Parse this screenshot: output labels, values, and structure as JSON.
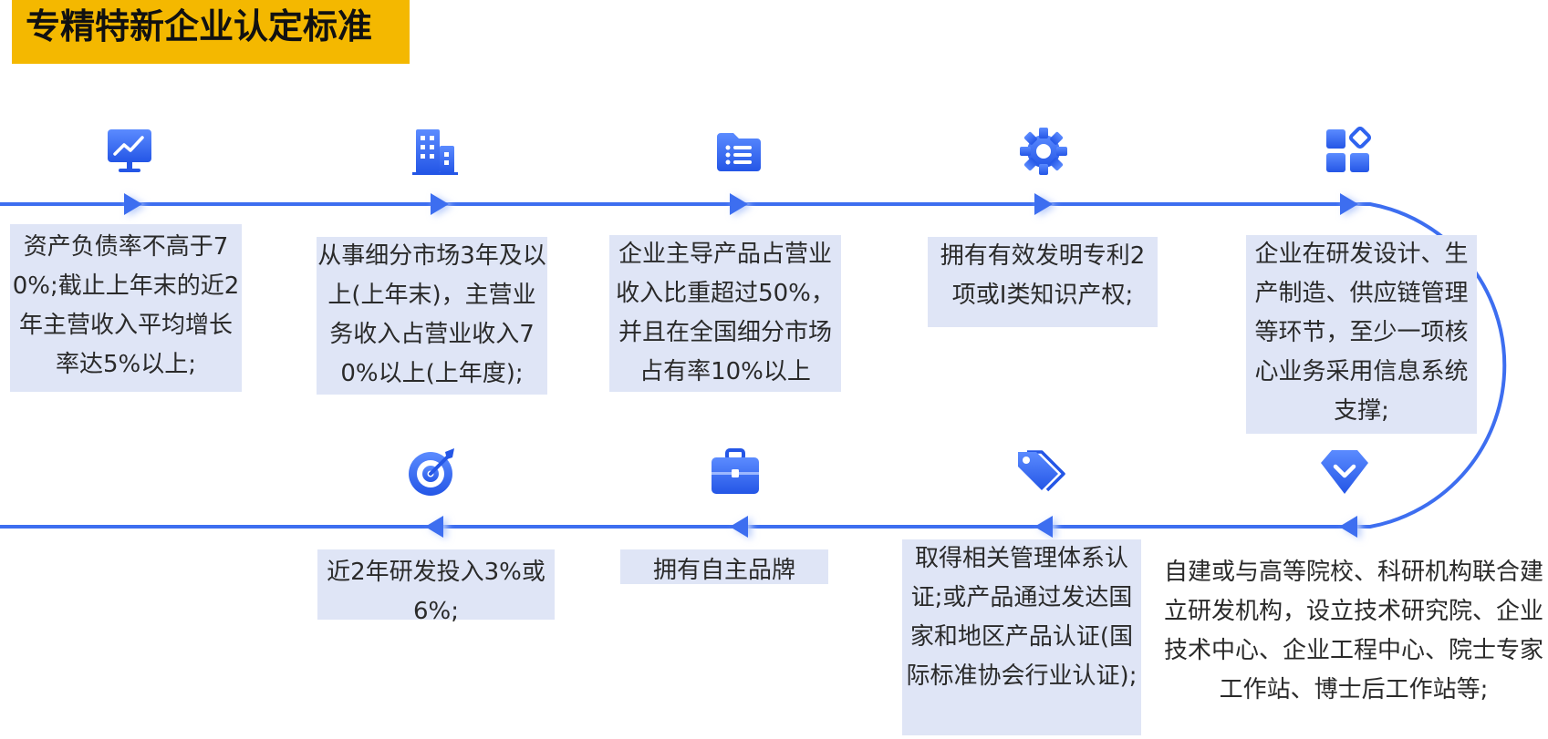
{
  "title": "专精特新企业认定标准",
  "colors": {
    "title_bg": "#f4b800",
    "line": "#3d6ef0",
    "text_bg": "#dfe5f6"
  },
  "steps": [
    {
      "icon": "chart-screen-icon",
      "text": "资产负债率不高于70%;截止上年末的近2年主营收入平均增长率达5%以上;"
    },
    {
      "icon": "building-icon",
      "text": "从事细分市场3年及以上(上年末)，主营业务收入占营业收入70%以上(上年度);"
    },
    {
      "icon": "folder-list-icon",
      "text": "企业主导产品占营业收入比重超过50%，并且在全国细分市场占有率10%以上"
    },
    {
      "icon": "gear-icon",
      "text": "拥有有效发明专利2项或Ⅰ类知识产权;"
    },
    {
      "icon": "apps-grid-icon",
      "text": "企业在研发设计、生产制造、供应链管理等环节，至少一项核心业务采用信息系统支撑;"
    },
    {
      "icon": "check-badge-icon",
      "text": "自建或与高等院校、科研机构联合建立研发机构，设立技术研究院、企业技术中心、企业工程中心、院士专家工作站、博士后工作站等;"
    },
    {
      "icon": "tags-icon",
      "text": "取得相关管理体系认证;或产品通过发达国家和地区产品认证(国际标准协会行业认证);"
    },
    {
      "icon": "briefcase-icon",
      "text": "拥有自主品牌"
    },
    {
      "icon": "target-icon",
      "text": "近2年研发投入3%或6%;"
    }
  ]
}
